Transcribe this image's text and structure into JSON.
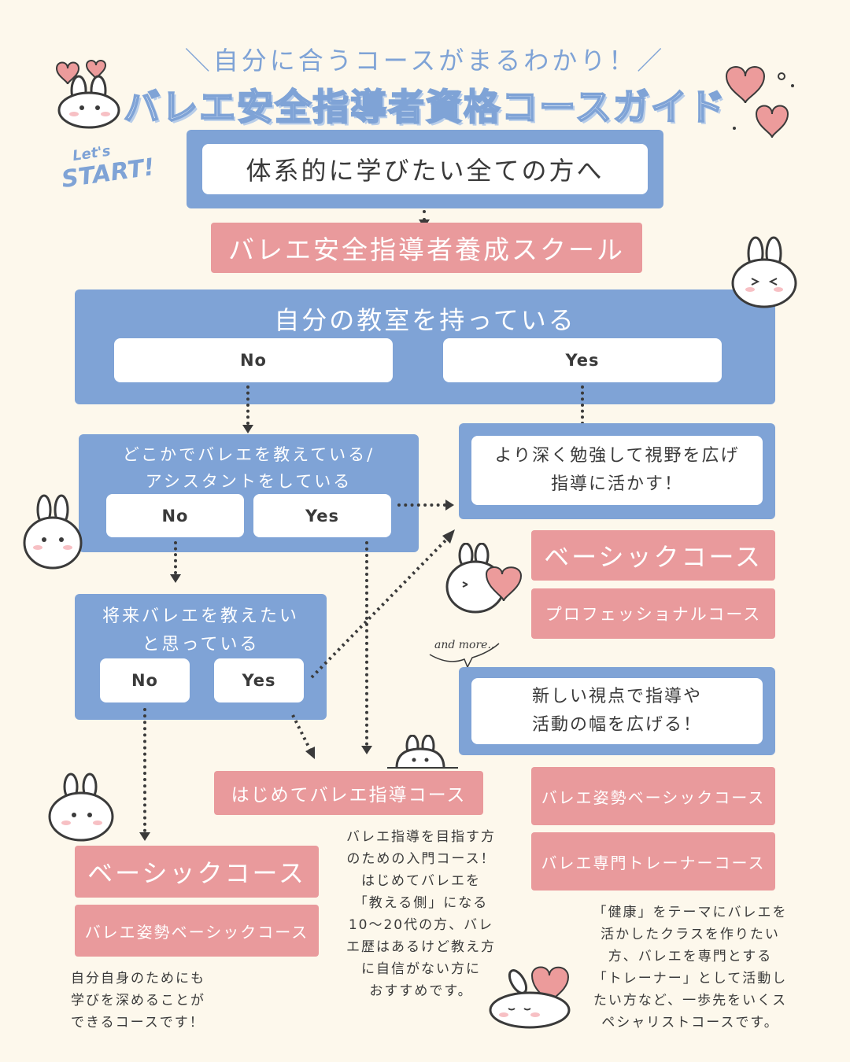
{
  "header": {
    "subtitle": "＼自分に合うコースがまるわかり！／",
    "title": "バレエ安全指導者資格コースガイド",
    "badge_line1": "Let's",
    "badge_line2": "START!"
  },
  "start": {
    "label": "体系的に学びたい全ての方へ",
    "school": "バレエ安全指導者養成スクール"
  },
  "q1": {
    "text": "自分の教室を持っている",
    "no": "No",
    "yes": "Yes"
  },
  "q2": {
    "line1": "どこかでバレエを教えている/",
    "line2": "アシスタントをしている",
    "no": "No",
    "yes": "Yes"
  },
  "q3": {
    "line1": "将来バレエを教えたい",
    "line2": "と思っている",
    "no": "No",
    "yes": "Yes"
  },
  "deep": {
    "line1": "より深く勉強して視野を広げ",
    "line2": "指導に活かす！",
    "course1": "ベーシックコース",
    "course2": "プロフェッショナルコース"
  },
  "andmore": "and more..",
  "newview": {
    "line1": "新しい視点で指導や",
    "line2": "活動の幅を広げる！",
    "course1": "バレエ姿勢ベーシックコース",
    "course2": "バレエ専門トレーナーコース",
    "note": [
      "「健康」をテーマにバレエを",
      "活かしたクラスを作りたい",
      "方、バレエを専門とする",
      "「トレーナー」として活動し",
      "たい方など、一歩先をいくス",
      "ペシャリストコースです。"
    ]
  },
  "intro": {
    "course": "はじめてバレエ指導コース",
    "note": [
      "バレエ指導を目指す方",
      "のための入門コース！",
      "はじめてバレエを",
      "「教える側」になる",
      "10〜20代の方、バレ",
      "エ歴はあるけど教え方",
      "に自信がない方に",
      "おすすめです。"
    ]
  },
  "self": {
    "course1": "ベーシックコース",
    "course2": "バレエ姿勢ベーシックコース",
    "note": [
      "自分自身のためにも",
      "学びを深めることが",
      "できるコースです！"
    ]
  },
  "colors": {
    "blue": "#7fa3d6",
    "pink": "#e99a9c",
    "background": "#fdf8ec",
    "heart": "#ec9b9b"
  }
}
